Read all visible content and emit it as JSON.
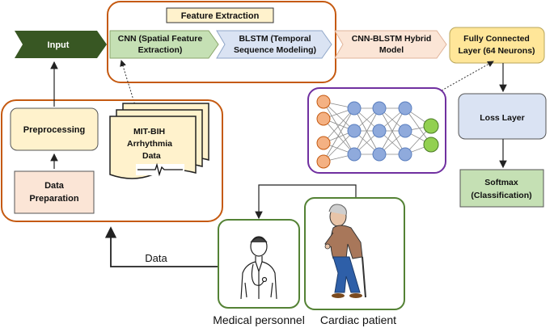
{
  "feature_extraction": {
    "title": "Feature Extraction"
  },
  "input": {
    "label": "Input"
  },
  "cnn": {
    "line1": "CNN (Spatial Feature",
    "line2": "Extraction)"
  },
  "blstm": {
    "line1": "BLSTM (Temporal",
    "line2": "Sequence Modeling)"
  },
  "hybrid": {
    "line1": "CNN-BLSTM Hybrid",
    "line2": "Model"
  },
  "fc": {
    "line1": "Fully Connected",
    "line2": "Layer (64 Neurons)"
  },
  "preprocessing": {
    "label": "Preprocessing"
  },
  "data_prep": {
    "line1": "Data",
    "line2": "Preparation"
  },
  "dataset": {
    "line1": "MIT-BIH",
    "line2": "Arrhythmia",
    "line3": "Data"
  },
  "loss": {
    "label": "Loss Layer"
  },
  "softmax": {
    "line1": "Softmax",
    "line2": "(Classification)"
  },
  "data_arrow": {
    "label": "Data"
  },
  "medical": {
    "label": "Medical personnel"
  },
  "patient": {
    "label": "Cardiac patient"
  },
  "colors": {
    "accent_orange": "#c55a11",
    "input_green": "#385723",
    "cnn_green": "#c5e0b4",
    "blstm_blue": "#dae3f3",
    "hybrid_peach": "#fbe5d6",
    "fc_yellow": "#ffe699",
    "loss_blue": "#dae3f3",
    "softmax_green": "#c5e0b4",
    "nn_purple": "#7030a0",
    "person_frame": "#548235"
  }
}
